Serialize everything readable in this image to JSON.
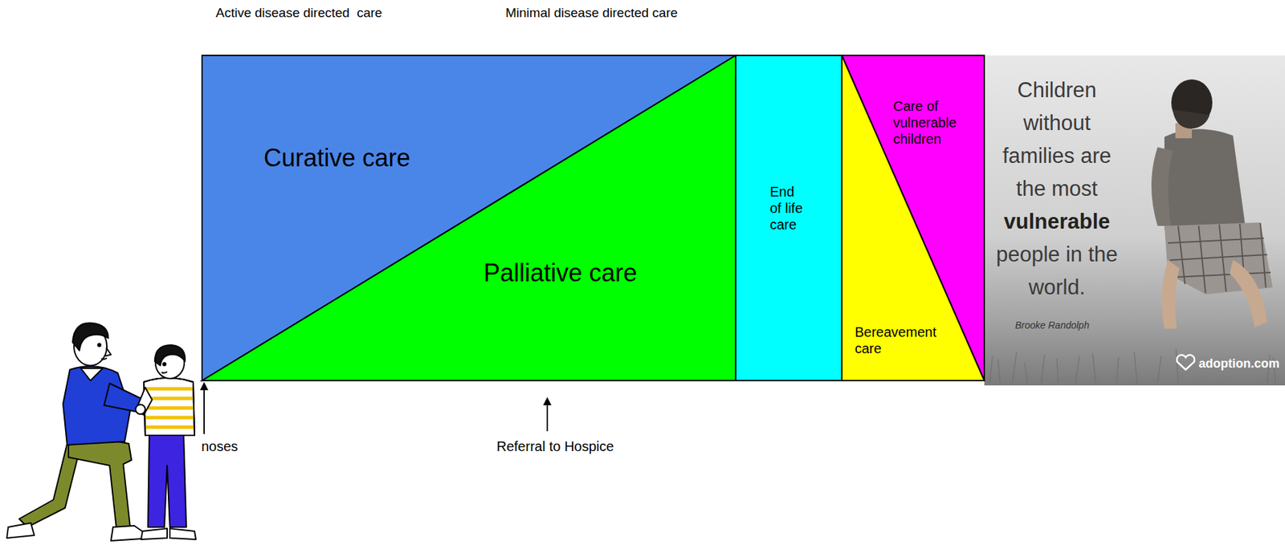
{
  "diagram": {
    "nodes": [
      {
        "text": [
          "Curative care"
        ]
      },
      {
        "text": [
          "Palliative care"
        ]
      },
      {
        "text": [
          "End of life care"
        ]
      },
      {
        "text": [
          "Care of vulnerable children"
        ]
      },
      {
        "text": [
          "Bereavement care"
        ]
      }
    ],
    "labels": [
      "Active disease directed  care",
      "Minimal disease directed care",
      "noses",
      "Referral to Hospice",
      "Children without families are the most",
      "vulnerable",
      "people in the world.",
      "Brooke Randolph",
      "adoption.com"
    ]
  }
}
